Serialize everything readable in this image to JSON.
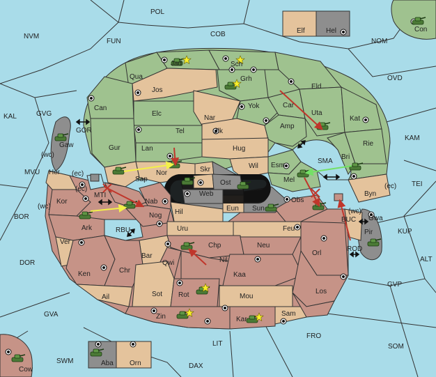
{
  "colors": {
    "sea": "#a9dce9",
    "green": "#9fc28f",
    "tan": "#e4c39c",
    "red": "#c69387",
    "gray": "#8e8e8e",
    "black": "#111111",
    "arrow_red": "#c0362b",
    "arrow_yellow": "#f3f04a",
    "arrow_green": "#74e066"
  },
  "labels": {
    "POL": "POL",
    "COB": "COB",
    "FUN": "FUN",
    "NVM": "NVM",
    "NOM": "NOM",
    "OVD": "OVD",
    "KAL": "KAL",
    "GVG": "GVG",
    "MVU": "MVU",
    "BOR": "BOR",
    "DOR": "DOR",
    "GVA": "GVA",
    "SWM": "SWM",
    "DAX": "DAX",
    "LIT": "LIT",
    "FRO": "FRO",
    "SOM": "SOM",
    "GVP": "GVP",
    "ALT": "ALT",
    "KUP": "KUP",
    "TEI": "TEI",
    "KAM": "KAM",
    "Elf": "Elf",
    "Hel": "Hel",
    "Con": "Con",
    "Aba": "Aba",
    "Orn": "Orn",
    "Cow": "Cow",
    "Jad": "Jad",
    "Sch": "Sch",
    "Qua": "Qua",
    "Jos": "Jos",
    "Grh": "Grh",
    "Eld": "Eld",
    "Can": "Can",
    "Elc": "Elc",
    "Nar": "Nar",
    "Yok": "Yok",
    "Car": "Car",
    "Uta": "Uta",
    "Kat": "Kat",
    "Tel": "Tel",
    "Olk": "Olk",
    "Amp": "Amp",
    "Gur": "Gur",
    "Lan": "Lan",
    "Hug": "Hug",
    "Rie": "Rie",
    "Bri": "Bri",
    "SMA": "SMA",
    "Esm": "Esm",
    "Wil": "Wil",
    "Nor": "Nor",
    "Sap": "Sap",
    "Skr": "Skr",
    "Ost": "Ost",
    "Web": "Web",
    "Mel": "Mel",
    "Byn": "Byn",
    "Gaw": "Gaw",
    "GOR": "GOR",
    "Her": "Her",
    "wc1": "(wc)",
    "ec1": "(ec)",
    "Kor": "Kor",
    "wc2": "(wc)",
    "MTI": "MTI",
    "ec2": "(ec)",
    "Nab": "Nab",
    "Hil": "Hil",
    "Eun": "Eun",
    "Sun": "Sun",
    "Obs": "Obs",
    "Gwa": "Gwa",
    "wc3": "(wc)",
    "ec3": "(ec)",
    "BUC": "BUC",
    "Pir": "Pir",
    "Ark": "Ark",
    "Nog": "Nog",
    "RBU": "RBU",
    "Uru": "Uru",
    "Feu": "Feu",
    "Ver": "Ver",
    "Chp": "Chp",
    "Neu": "Neu",
    "Orl": "Orl",
    "ROD": "ROD",
    "Bar": "Bar",
    "Qwi": "Qwi",
    "Nil": "Nil",
    "Ken": "Ken",
    "Chr": "Chr",
    "Kaa": "Kaa",
    "Los": "Los",
    "Ail": "Ail",
    "Sot": "Sot",
    "Rot": "Rot",
    "Mou": "Mou",
    "Zin": "Zin",
    "Kar": "Kar",
    "Sam": "Sam"
  }
}
